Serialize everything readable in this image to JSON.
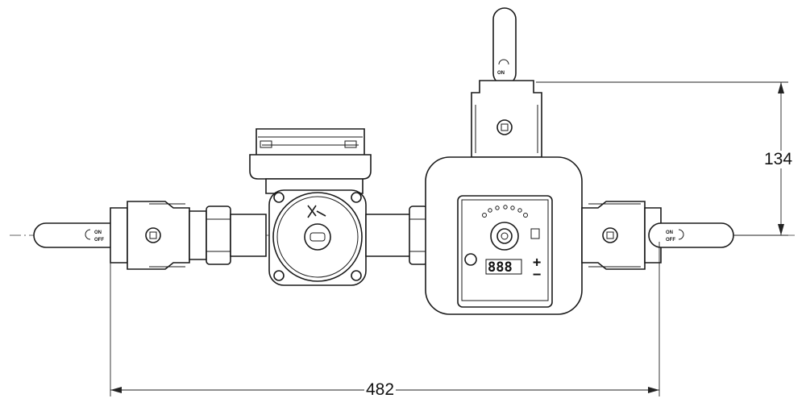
{
  "dimensions": {
    "height_label": "134",
    "width_label": "482"
  },
  "controller": {
    "display_value": "888",
    "plus_symbol": "+",
    "minus_symbol": "−"
  },
  "valves": {
    "right_labels": [
      "ON",
      "OFF"
    ]
  },
  "colors": {
    "line": "#1a1a1a",
    "background": "#ffffff"
  }
}
